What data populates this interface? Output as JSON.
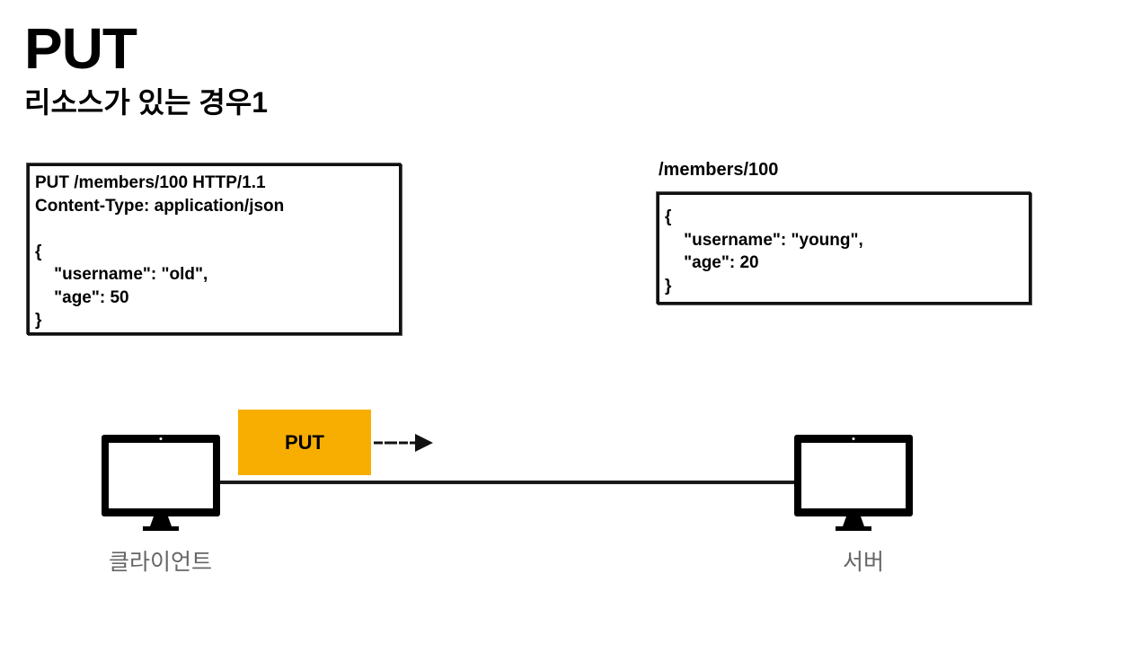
{
  "header": {
    "title": "PUT",
    "subtitle": "리소스가 있는 경우1"
  },
  "request": {
    "lines": [
      "PUT /members/100 HTTP/1.1",
      "Content-Type: application/json",
      "",
      "{",
      "    \"username\": \"old\",",
      "    \"age\": 50",
      "}"
    ]
  },
  "resource": {
    "path": "/members/100",
    "lines": [
      "{",
      "    \"username\": \"young\",",
      "    \"age\": 20",
      "}"
    ]
  },
  "method_tag": {
    "label": "PUT",
    "color": "#f8ae00"
  },
  "nodes": {
    "client_label": "클라이언트",
    "server_label": "서버",
    "icon": "monitor-icon"
  }
}
